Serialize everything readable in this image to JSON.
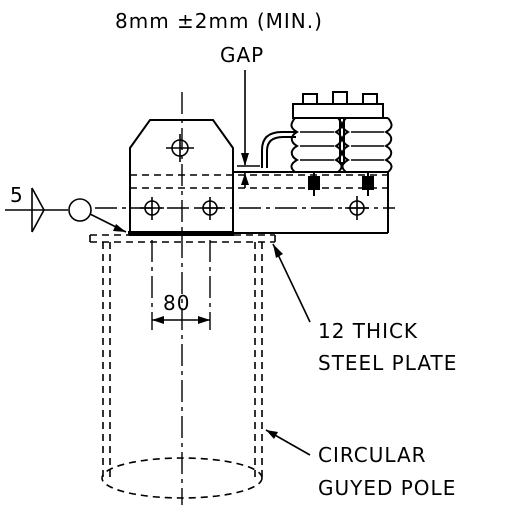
{
  "labels": {
    "gap_line1": "8mm  ±2mm  (MIN.)",
    "gap_line2": "GAP",
    "weld_size": "5",
    "dimension": "80",
    "plate_line1": "12  THICK",
    "plate_line2": "STEEL  PLATE",
    "pole_line1": "CIRCULAR",
    "pole_line2": "GUYED  POLE"
  }
}
